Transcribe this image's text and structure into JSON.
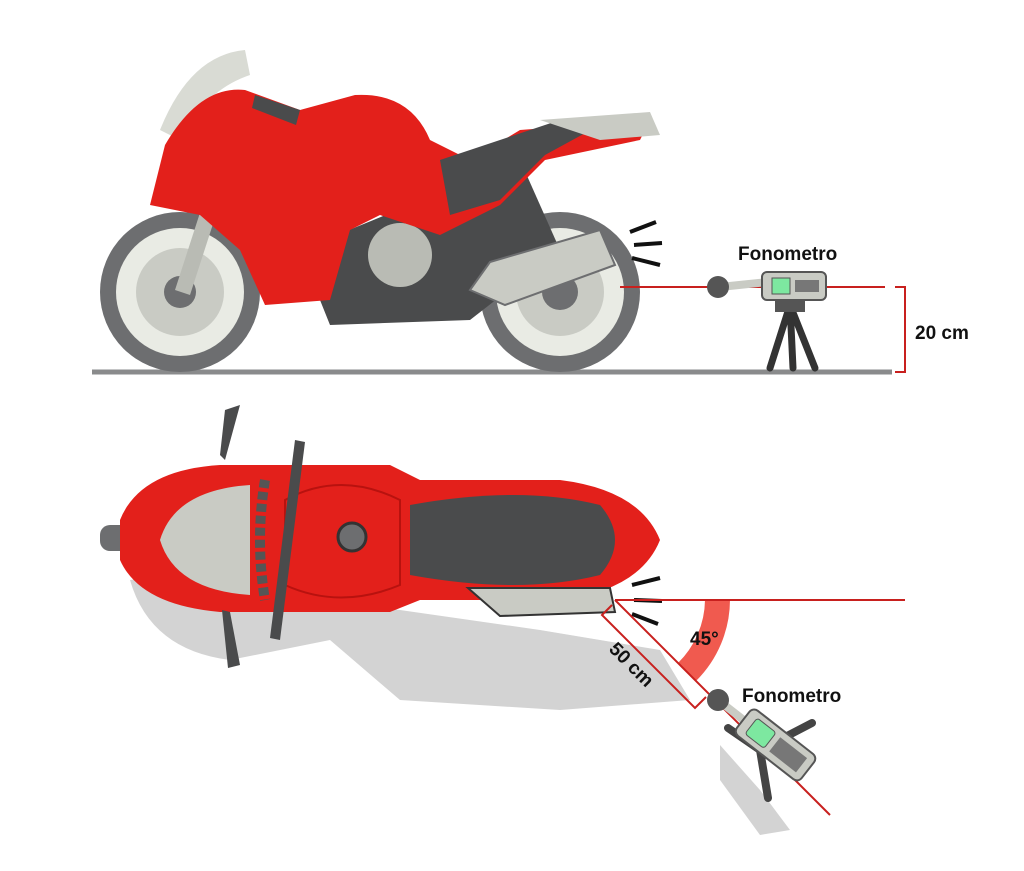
{
  "side_view": {
    "meter_label": "Fonometro",
    "height_label": "20 cm"
  },
  "top_view": {
    "meter_label": "Fonometro",
    "distance_label": "50 cm",
    "angle_label": "45°"
  },
  "colors": {
    "bike_red": "#e3201b",
    "dark_gray": "#4a4b4c",
    "light_gray": "#c9cbc4",
    "shadow": "#d3d3d3",
    "measure_line": "#c8201e",
    "angle_arc": "#f05a4f",
    "screen_green": "#7de8a0"
  }
}
